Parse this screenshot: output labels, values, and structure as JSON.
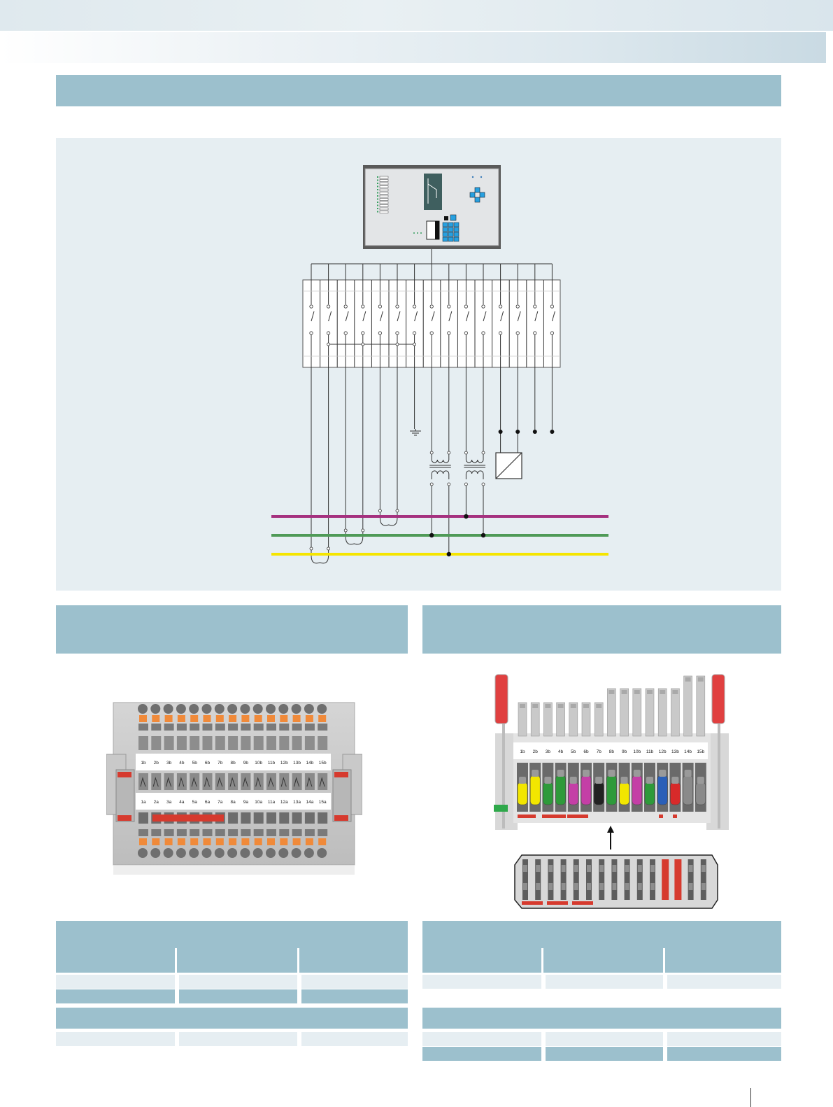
{
  "header": {
    "band_colors": [
      "#dfe9ee",
      "#c9dae3"
    ]
  },
  "section_bars": {
    "color": "#9cc0cd"
  },
  "diagram": {
    "phase_colors": {
      "purple": "#a5317f",
      "green": "#4f9a57",
      "yellow": "#f5e500"
    },
    "relay_icon": "protection-relay-icon",
    "ground_icon": "ground-icon",
    "transducer_icon": "transducer-icon"
  },
  "photo_left": {
    "labels_top": [
      "1b",
      "2b",
      "3b",
      "4b",
      "5b",
      "6b",
      "7b",
      "8b",
      "9b",
      "10b",
      "11b",
      "12b",
      "13b",
      "14b",
      "15b"
    ],
    "labels_bottom": [
      "1a",
      "2a",
      "3a",
      "4a",
      "5a",
      "6a",
      "7a",
      "8a",
      "9a",
      "10a",
      "11a",
      "12a",
      "13a",
      "14a",
      "15a"
    ],
    "accent_color": "#f08a3a",
    "bridge_color": "#d63a2e"
  },
  "photo_right": {
    "labels": [
      "1b",
      "2b",
      "3b",
      "4b",
      "5b",
      "6b",
      "7b",
      "8b",
      "9b",
      "10b",
      "11b",
      "12b",
      "13b",
      "14b",
      "15b"
    ],
    "plug_colors": [
      "#f2e600",
      "#f2e600",
      "#2e9a3a",
      "#2e9a3a",
      "#c43fa6",
      "#c43fa6",
      "#222222",
      "#2e9a3a",
      "#f2e600",
      "#c43fa6",
      "#2e9a3a",
      "#2a5fb8",
      "#d82a2a",
      "#8a8a8a",
      "#8a8a8a"
    ]
  },
  "page_marker": {
    "color": "#333333"
  }
}
